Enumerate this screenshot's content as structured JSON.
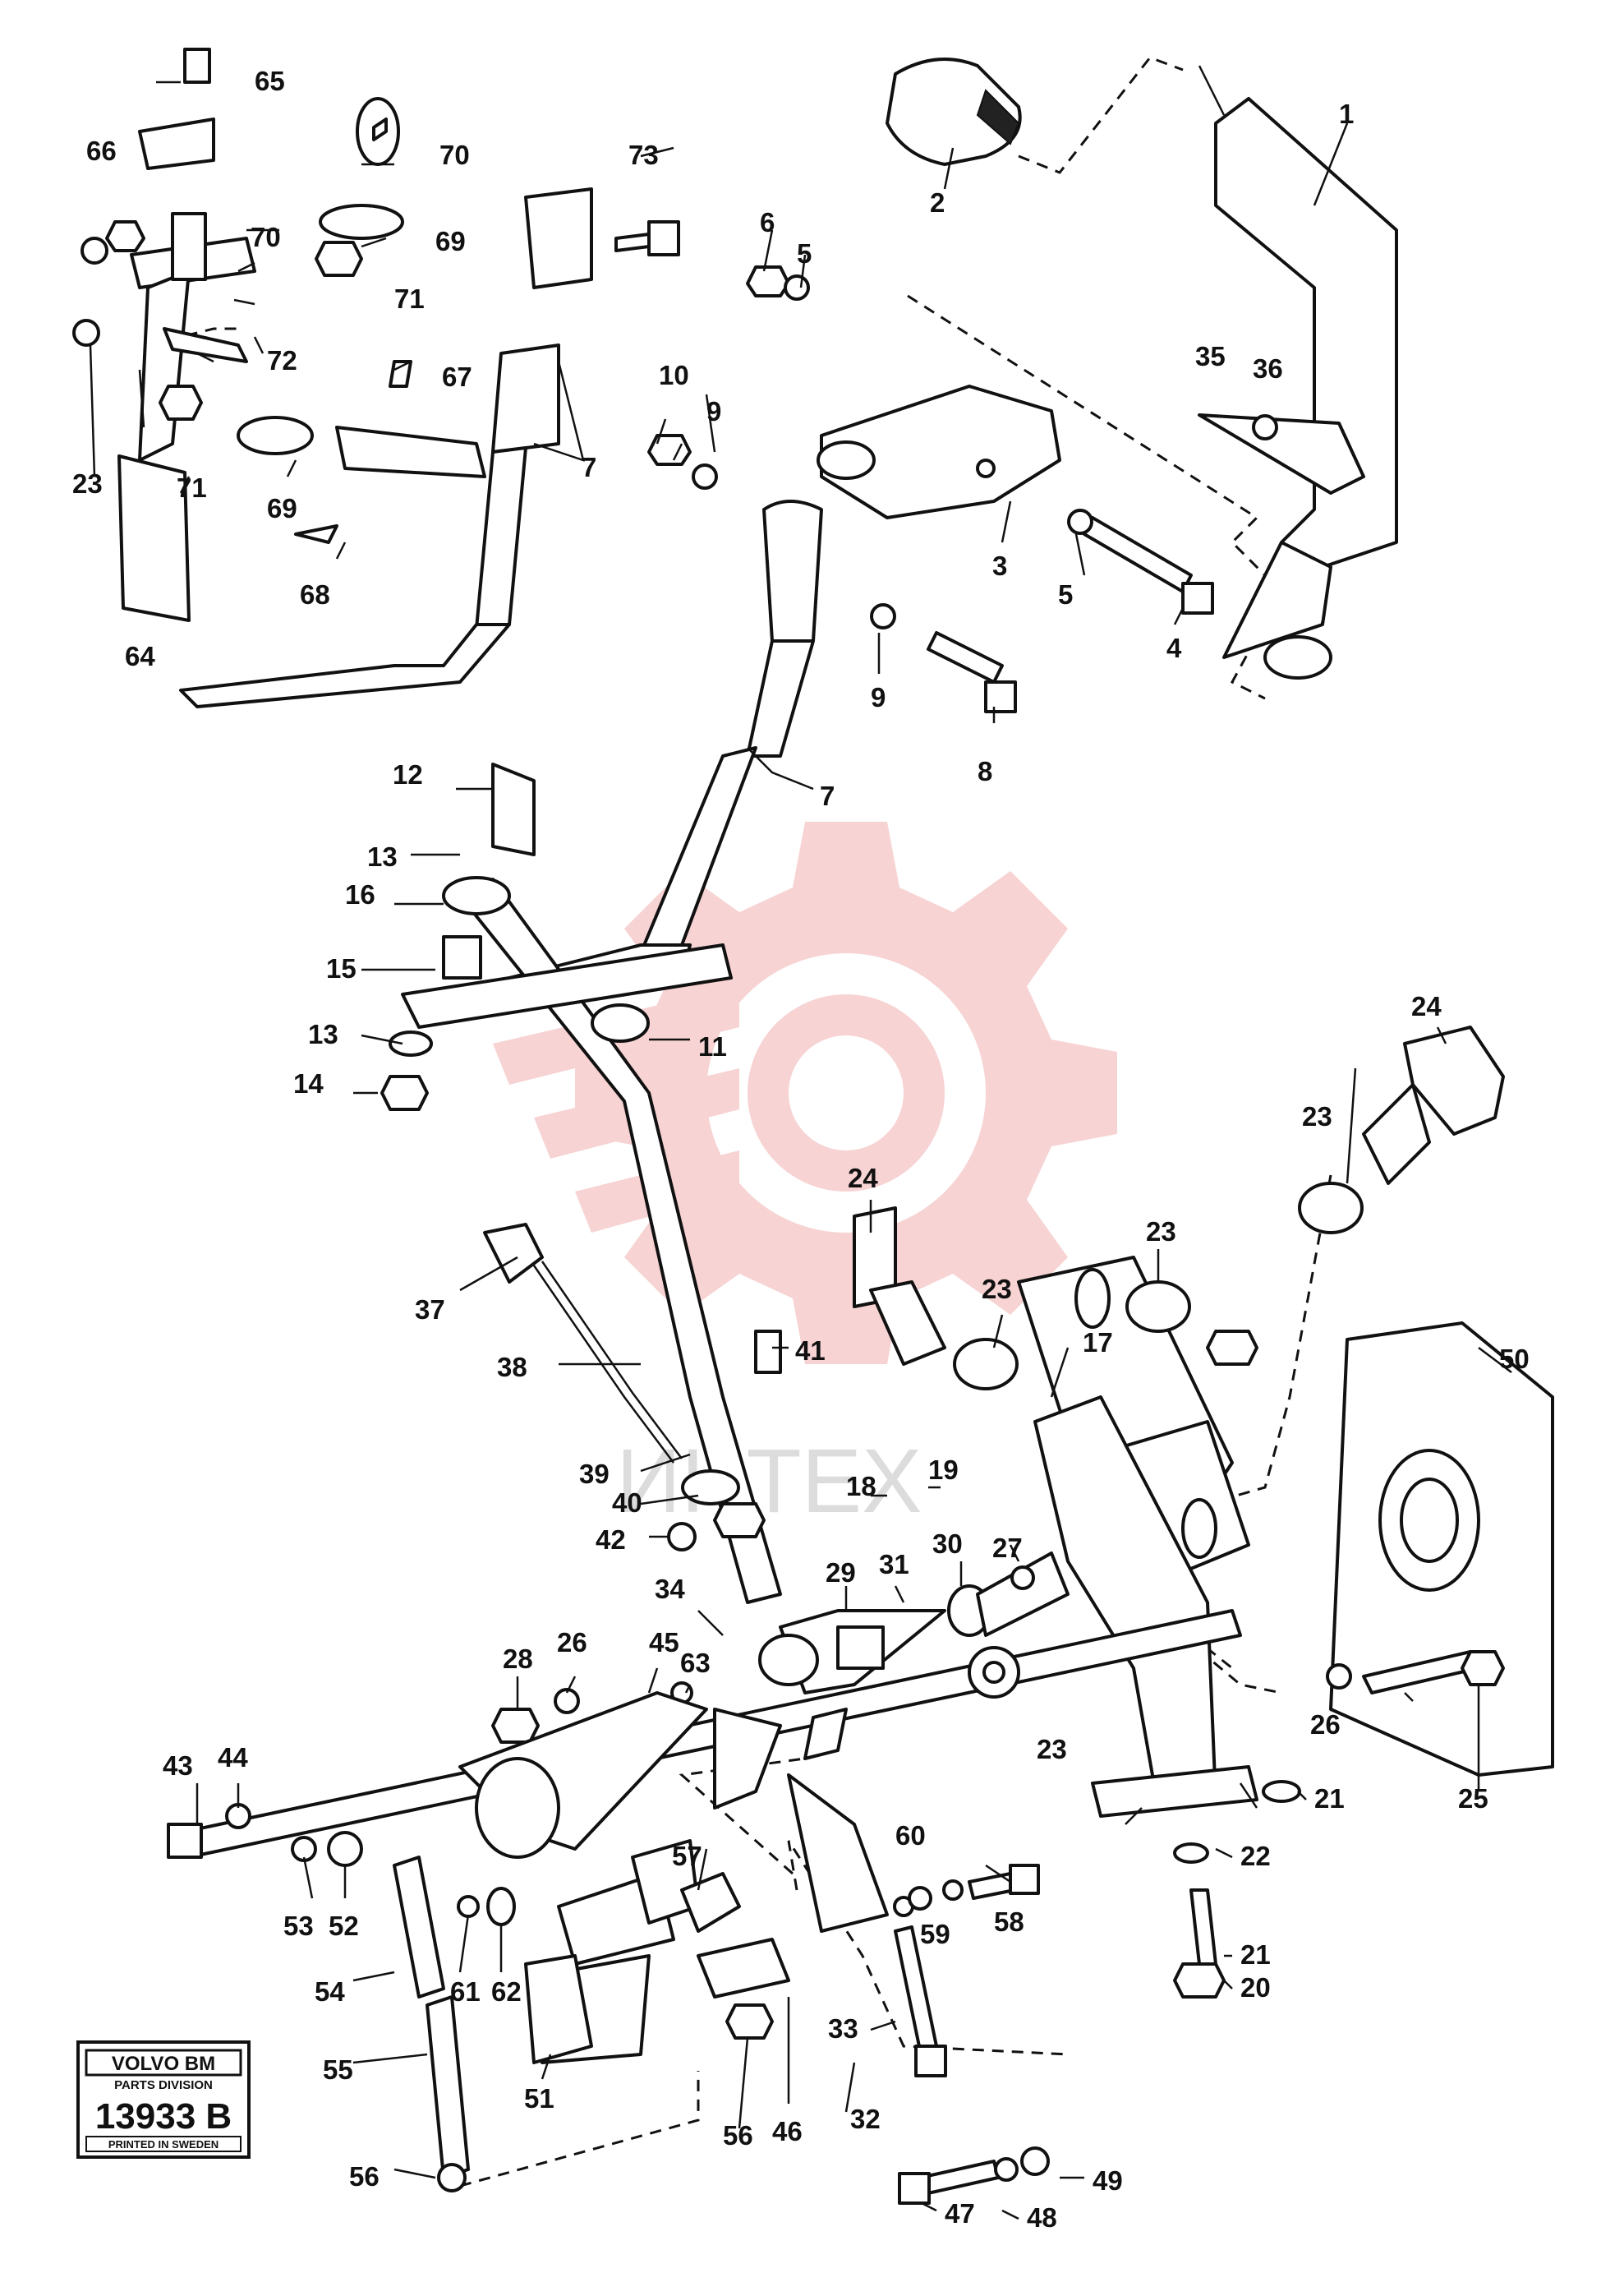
{
  "callouts": [
    {
      "id": "c1",
      "text": "1"
    },
    {
      "id": "c2",
      "text": "2"
    },
    {
      "id": "c3",
      "text": "3"
    },
    {
      "id": "c4",
      "text": "4"
    },
    {
      "id": "c5a",
      "text": "5"
    },
    {
      "id": "c5b",
      "text": "5"
    },
    {
      "id": "c6",
      "text": "6"
    },
    {
      "id": "c7a",
      "text": "7"
    },
    {
      "id": "c7b",
      "text": "7"
    },
    {
      "id": "c8",
      "text": "8"
    },
    {
      "id": "c9a",
      "text": "9"
    },
    {
      "id": "c9b",
      "text": "9"
    },
    {
      "id": "c10",
      "text": "10"
    },
    {
      "id": "c11",
      "text": "11"
    },
    {
      "id": "c12",
      "text": "12"
    },
    {
      "id": "c13a",
      "text": "13"
    },
    {
      "id": "c13b",
      "text": "13"
    },
    {
      "id": "c14",
      "text": "14"
    },
    {
      "id": "c15",
      "text": "15"
    },
    {
      "id": "c16",
      "text": "16"
    },
    {
      "id": "c17",
      "text": "17"
    },
    {
      "id": "c18",
      "text": "18"
    },
    {
      "id": "c19",
      "text": "19"
    },
    {
      "id": "c20",
      "text": "20"
    },
    {
      "id": "c21a",
      "text": "21"
    },
    {
      "id": "c21b",
      "text": "21"
    },
    {
      "id": "c22",
      "text": "22"
    },
    {
      "id": "c23a",
      "text": "23"
    },
    {
      "id": "c23b",
      "text": "23"
    },
    {
      "id": "c23c",
      "text": "23"
    },
    {
      "id": "c23d",
      "text": "23"
    },
    {
      "id": "c23e",
      "text": "23"
    },
    {
      "id": "c24a",
      "text": "24"
    },
    {
      "id": "c24b",
      "text": "24"
    },
    {
      "id": "c25",
      "text": "25"
    },
    {
      "id": "c26a",
      "text": "26"
    },
    {
      "id": "c26b",
      "text": "26"
    },
    {
      "id": "c27",
      "text": "27"
    },
    {
      "id": "c28",
      "text": "28"
    },
    {
      "id": "c29",
      "text": "29"
    },
    {
      "id": "c30",
      "text": "30"
    },
    {
      "id": "c31",
      "text": "31"
    },
    {
      "id": "c32",
      "text": "32"
    },
    {
      "id": "c33",
      "text": "33"
    },
    {
      "id": "c34",
      "text": "34"
    },
    {
      "id": "c35",
      "text": "35"
    },
    {
      "id": "c36",
      "text": "36"
    },
    {
      "id": "c37",
      "text": "37"
    },
    {
      "id": "c38",
      "text": "38"
    },
    {
      "id": "c39",
      "text": "39"
    },
    {
      "id": "c40",
      "text": "40"
    },
    {
      "id": "c41",
      "text": "41"
    },
    {
      "id": "c42",
      "text": "42"
    },
    {
      "id": "c43",
      "text": "43"
    },
    {
      "id": "c44",
      "text": "44"
    },
    {
      "id": "c45",
      "text": "45"
    },
    {
      "id": "c46",
      "text": "46"
    },
    {
      "id": "c47",
      "text": "47"
    },
    {
      "id": "c48",
      "text": "48"
    },
    {
      "id": "c49",
      "text": "49"
    },
    {
      "id": "c50",
      "text": "50"
    },
    {
      "id": "c51",
      "text": "51"
    },
    {
      "id": "c52",
      "text": "52"
    },
    {
      "id": "c53",
      "text": "53"
    },
    {
      "id": "c54",
      "text": "54"
    },
    {
      "id": "c55",
      "text": "55"
    },
    {
      "id": "c56a",
      "text": "56"
    },
    {
      "id": "c56b",
      "text": "56"
    },
    {
      "id": "c57",
      "text": "57"
    },
    {
      "id": "c58",
      "text": "58"
    },
    {
      "id": "c59",
      "text": "59"
    },
    {
      "id": "c60",
      "text": "60"
    },
    {
      "id": "c61",
      "text": "61"
    },
    {
      "id": "c62",
      "text": "62"
    },
    {
      "id": "c63",
      "text": "63"
    },
    {
      "id": "c64",
      "text": "64"
    },
    {
      "id": "c65",
      "text": "65"
    },
    {
      "id": "c66",
      "text": "66"
    },
    {
      "id": "c67",
      "text": "67"
    },
    {
      "id": "c68",
      "text": "68"
    },
    {
      "id": "c69a",
      "text": "69"
    },
    {
      "id": "c69b",
      "text": "69"
    },
    {
      "id": "c70a",
      "text": "70"
    },
    {
      "id": "c70b",
      "text": "70"
    },
    {
      "id": "c71a",
      "text": "71"
    },
    {
      "id": "c71b",
      "text": "71"
    },
    {
      "id": "c72",
      "text": "72"
    },
    {
      "id": "c73",
      "text": "73"
    }
  ],
  "badge": {
    "brand": "VOLVO BM",
    "division": "PARTS DIVISION",
    "number": "13933 B",
    "printed": "PRINTED IN SWEDEN"
  },
  "watermark": {
    "text": "ИНТЕХ"
  },
  "colors": {
    "ink": "#111111",
    "watermark_gear": "#f7d3d3",
    "background": "#ffffff"
  }
}
